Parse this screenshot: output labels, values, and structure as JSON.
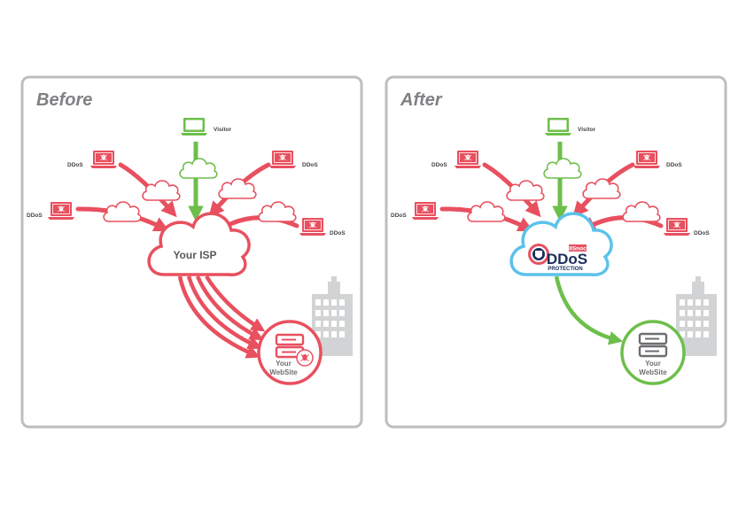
{
  "before": {
    "title": "Before",
    "visitor_label": "Visitor",
    "attacker_label": "DDoS",
    "isp_label": "Your ISP",
    "website_line1": "Your",
    "website_line2": "WebSite"
  },
  "after": {
    "title": "After",
    "visitor_label": "Visitor",
    "attacker_label": "DDoS",
    "protection_brand": "IISnoc",
    "protection_main": "DDoS",
    "protection_sub": "PROTECTION",
    "website_line1": "Your",
    "website_line2": "WebSite"
  },
  "colors": {
    "attack": "#e8505f",
    "legit": "#6dbf4b",
    "protection": "#5bc2eb",
    "panel_border": "#bcbec0",
    "building": "#d1d3d4"
  }
}
